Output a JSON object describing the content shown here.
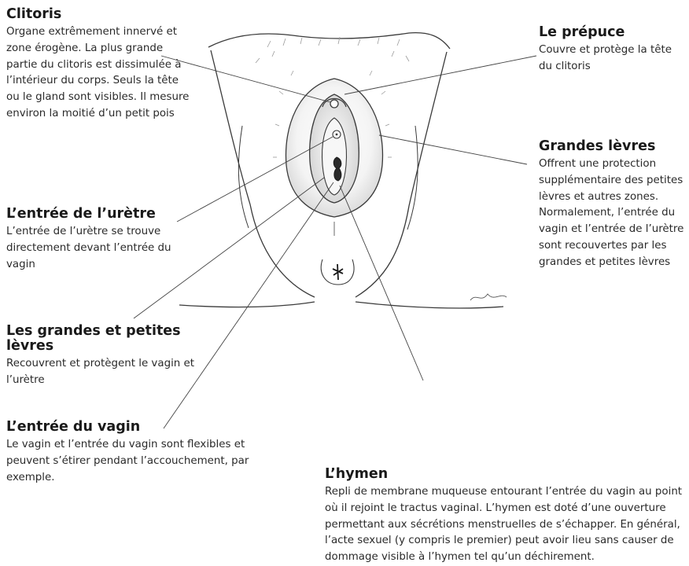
{
  "colors": {
    "outline": "#3a3a3a",
    "skin_shade": "#e6e6e6",
    "leader_line": "#444444",
    "text": "#222222"
  },
  "labels": {
    "clitoris": {
      "title": "Clitoris",
      "text": "Organe extrêmement innervé et zone érogène. La plus grande partie du clitoris est dissimulée à l’intérieur du corps. Seuls la tête ou le gland sont visibles. Il mesure environ la moitié d’un petit pois"
    },
    "urethra": {
      "title": "L’entrée de l’urètre",
      "text": "L’entrée de l’urètre se trouve directement devant l’entrée du vagin"
    },
    "labia": {
      "title": "Les grandes et petites lèvres",
      "text": "Recouvrent et protègent le vagin et l’urètre"
    },
    "vagina": {
      "title": "L’entrée du vagin",
      "text": "Le vagin et l’entrée du vagin sont flexibles et peuvent s’étirer pendant l’accouchement, par exemple."
    },
    "prepuce": {
      "title": "Le prépuce",
      "text": "Couvre et protège la tête du clitoris"
    },
    "labia_majora": {
      "title": "Grandes lèvres",
      "text": "Offrent une protection supplémentaire des petites lèvres et autres zones. Normalement, l’entrée du vagin et l’entrée de l’urètre sont recouvertes par les grandes et petites lèvres"
    },
    "hymen": {
      "title": "L’hymen",
      "text": "Repli de membrane muqueuse entourant l’entrée du vagin au point où il rejoint le tractus vaginal. L’hymen est doté d’une ouverture permettant aux sécrétions menstruelles de s’échapper. En général, l’acte sexuel (y compris le premier) peut avoir lieu sans causer de dommage visible à l’hymen tel qu’un déchirement."
    }
  }
}
